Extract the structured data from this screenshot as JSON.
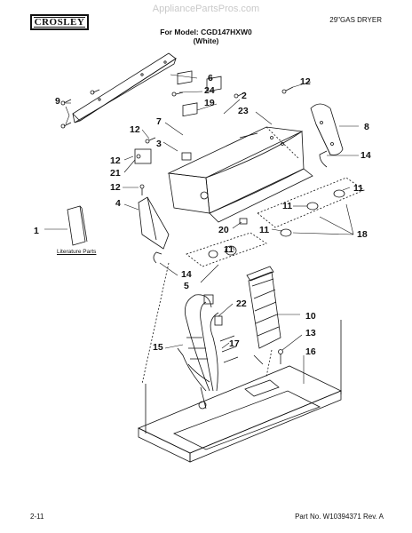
{
  "watermark": "AppliancePartsPros.com",
  "brand": "CROSLEY",
  "product_type": "29\"GAS DRYER",
  "model_line": "For Model: CGD147HXW0",
  "color_line": "(White)",
  "literature_label": "Literature Parts",
  "page_number": "2-11",
  "part_number": "Part No. W10394371 Rev. A",
  "callouts": [
    {
      "id": "c1",
      "label": "1"
    },
    {
      "id": "c2",
      "label": "2"
    },
    {
      "id": "c3",
      "label": "3"
    },
    {
      "id": "c4",
      "label": "4"
    },
    {
      "id": "c5",
      "label": "5"
    },
    {
      "id": "c6",
      "label": "6"
    },
    {
      "id": "c7",
      "label": "7"
    },
    {
      "id": "c8",
      "label": "8"
    },
    {
      "id": "c9",
      "label": "9"
    },
    {
      "id": "c10",
      "label": "10"
    },
    {
      "id": "c11a",
      "label": "11"
    },
    {
      "id": "c11b",
      "label": "11"
    },
    {
      "id": "c11c",
      "label": "11"
    },
    {
      "id": "c11d",
      "label": "11"
    },
    {
      "id": "c12a",
      "label": "12"
    },
    {
      "id": "c12b",
      "label": "12"
    },
    {
      "id": "c12c",
      "label": "12"
    },
    {
      "id": "c12d",
      "label": "12"
    },
    {
      "id": "c13",
      "label": "13"
    },
    {
      "id": "c14a",
      "label": "14"
    },
    {
      "id": "c14b",
      "label": "14"
    },
    {
      "id": "c15",
      "label": "15"
    },
    {
      "id": "c16",
      "label": "16"
    },
    {
      "id": "c17",
      "label": "17"
    },
    {
      "id": "c18",
      "label": "18"
    },
    {
      "id": "c19",
      "label": "19"
    },
    {
      "id": "c20",
      "label": "20"
    },
    {
      "id": "c21",
      "label": "21"
    },
    {
      "id": "c22",
      "label": "22"
    },
    {
      "id": "c23",
      "label": "23"
    },
    {
      "id": "c24",
      "label": "24"
    }
  ]
}
